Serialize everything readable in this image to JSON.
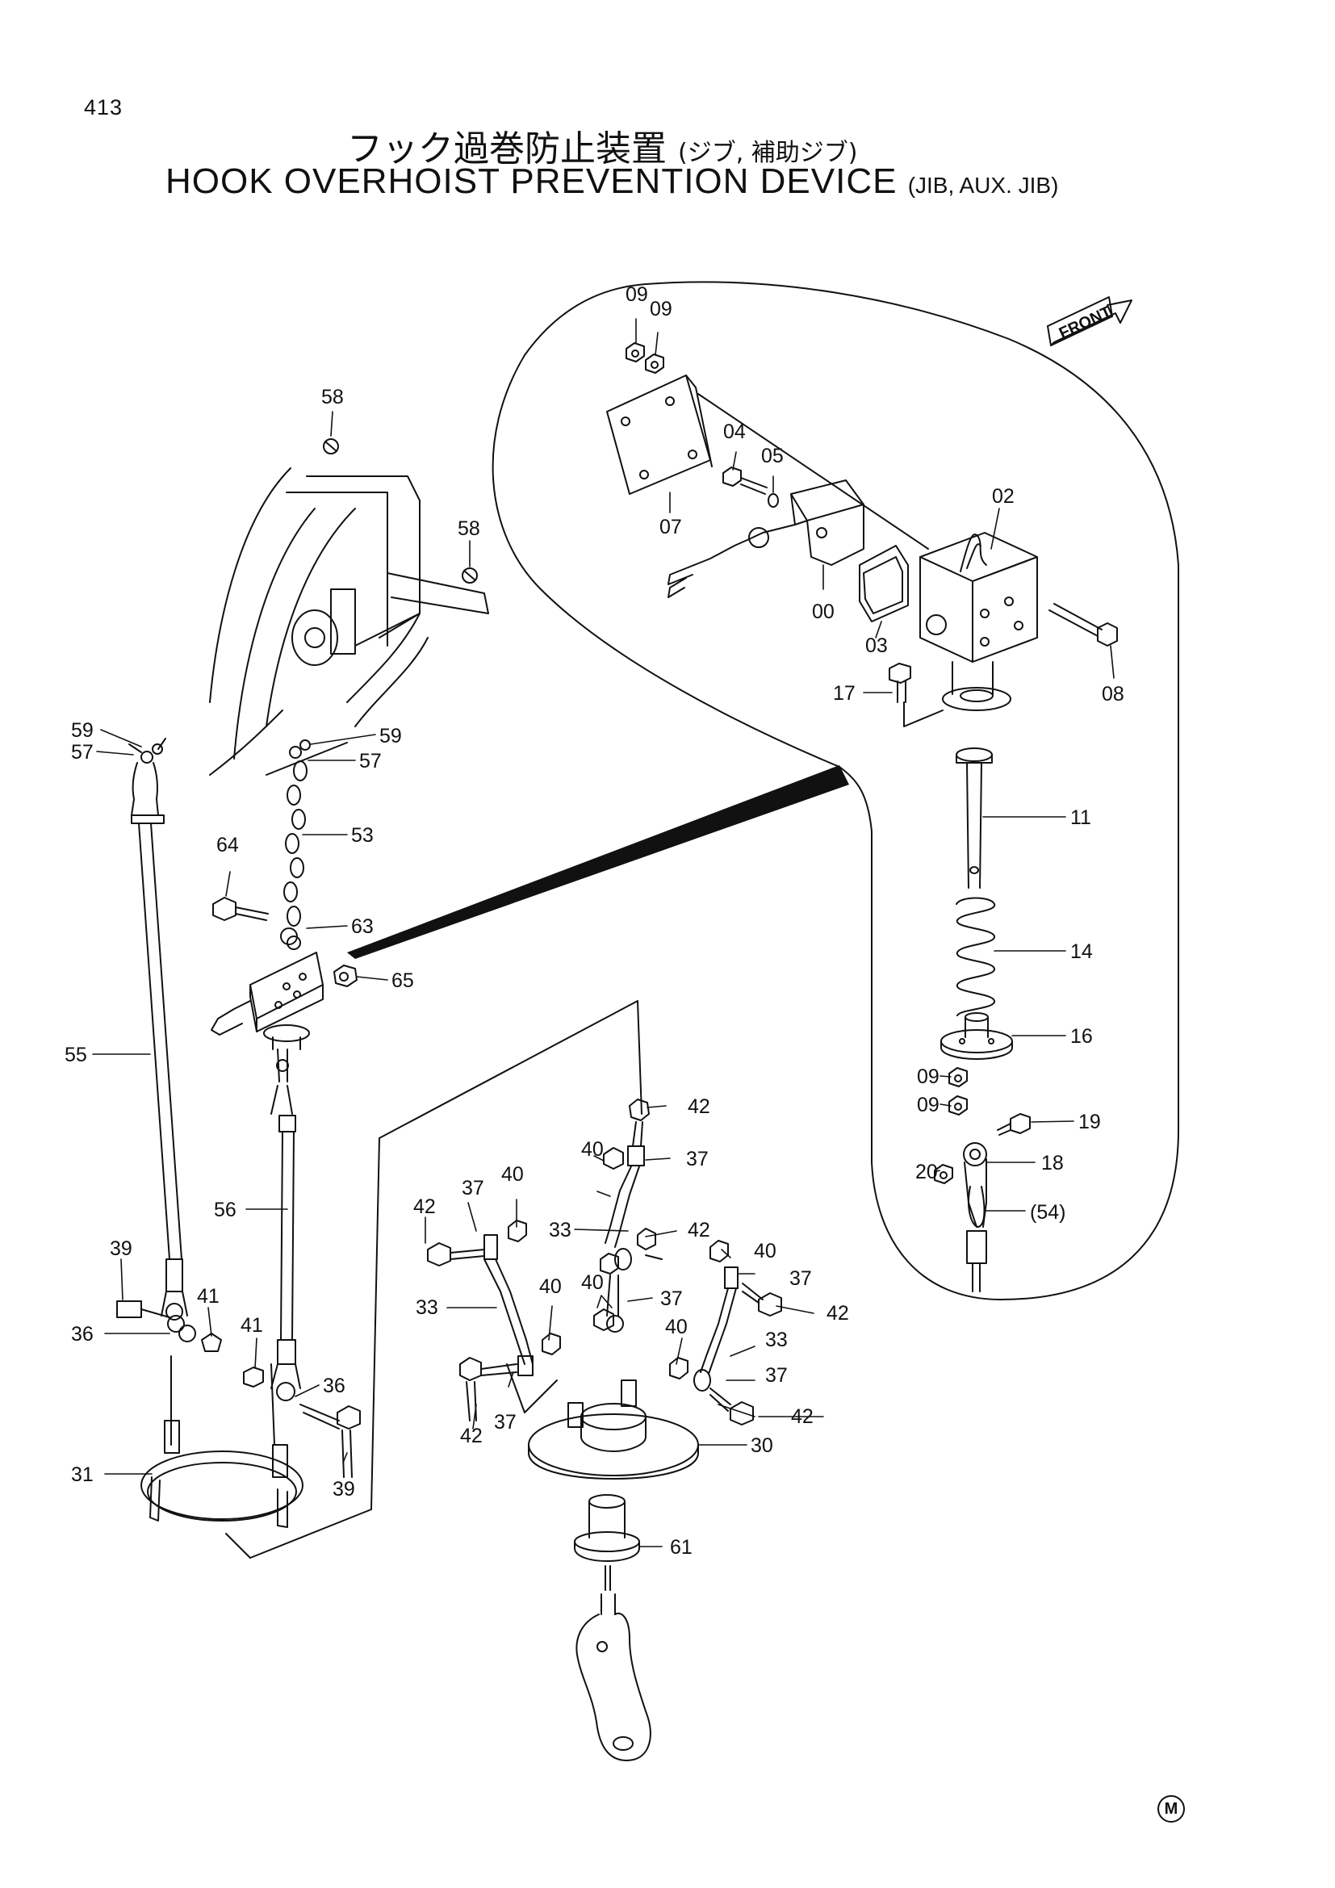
{
  "page_number": "413",
  "title_jp": "フック過巻防止装置",
  "title_jp_sub": "(ジブ, 補助ジブ)",
  "title_en": "HOOK OVERHOIST PREVENTION DEVICE",
  "title_en_sub": "(JIB, AUX. JIB)",
  "front_label": "FRONT",
  "corner_mark": "M",
  "labels": {
    "a09": "09",
    "b09": "09",
    "p04": "04",
    "p05": "05",
    "p07": "07",
    "p02": "02",
    "p00": "00",
    "p03": "03",
    "p08": "08",
    "p17": "17",
    "p11": "11",
    "p14": "14",
    "p16": "16",
    "c09": "09",
    "d09": "09",
    "p19": "19",
    "p20": "20",
    "p18": "18",
    "p54": "(54)",
    "a58": "58",
    "b58": "58",
    "a59": "59",
    "a57": "57",
    "b59": "59",
    "b57": "57",
    "p53": "53",
    "p64": "64",
    "p63": "63",
    "p65": "65",
    "p55": "55",
    "p56": "56",
    "a39": "39",
    "a36": "36",
    "a41": "41",
    "b41": "41",
    "b36": "36",
    "b39": "39",
    "p31": "31",
    "a42": "42",
    "a40": "40",
    "a37": "37",
    "b42": "42",
    "b37": "37",
    "b40": "40",
    "a33": "33",
    "c42": "42",
    "c40": "40",
    "c37": "37",
    "d40": "40",
    "b33": "33",
    "e40": "40",
    "d37": "37",
    "d42": "42",
    "c33": "33",
    "f40": "40",
    "e37": "37",
    "e42": "42",
    "f42": "42",
    "f37": "37",
    "p30": "30",
    "p61": "61"
  }
}
